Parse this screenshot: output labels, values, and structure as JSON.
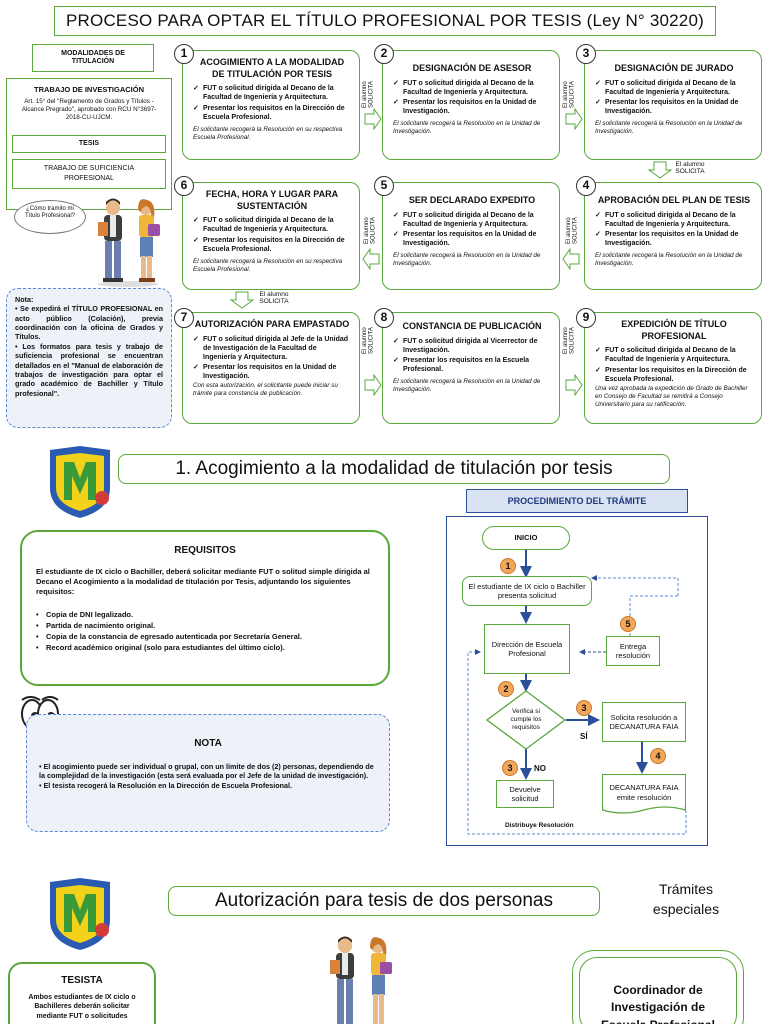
{
  "header": {
    "title": "PROCESO PARA OPTAR EL TÍTULO PROFESIONAL POR TESIS (Ley N° 30220)"
  },
  "sidebar": {
    "modalidades": "MODALIDADES DE TITULACIÓN",
    "trabajo_title": "TRABAJO DE INVESTIGACIÓN",
    "trabajo_text": "Art. 15° del \"Reglamento de Grados y Títulos - Alcance Pregrado\", aprobado con RCU N°3697-2018-CU-UJCM.",
    "tesis": "TESIS",
    "suficiencia": "TRABAJO DE SUFICIENCIA PROFESIONAL",
    "bubble": "¿Cómo tramito mi Título Profesional?",
    "nota_title": "Nota:",
    "nota_items": [
      "Se expedirá el TÍTULO PROFESIONAL en acto público (Colación), previa coordinación con la oficina de Grados y Títulos.",
      "Los formatos para tesis y trabajo de suficiencia profesional se encuentran detallados en el \"Manual de elaboración de trabajos de investigación para optar el grado académico de Bachiller y Título profesional\"."
    ]
  },
  "solicita": "El alumno SOLICITA",
  "solicita_lines": [
    "El alumno",
    "SOLICITA"
  ],
  "steps": [
    {
      "num": "1",
      "title": "ACOGIMIENTO A LA MODALIDAD DE TITULACIÓN POR TESIS",
      "items": [
        "FUT o solicitud dirigida al Decano de la Facultad de Ingeniería y Arquitectura.",
        "Presentar los requisitos en la Dirección de Escuela Profesional."
      ],
      "note": "El solicitante recogerá la Resolución en su respectiva Escuela Profesional."
    },
    {
      "num": "2",
      "title": "DESIGNACIÓN DE ASESOR",
      "items": [
        "FUT o solicitud dirigida al Decano de la Facultad de Ingeniería y Arquitectura.",
        "Presentar los requisitos en la Unidad de Investigación."
      ],
      "note": "El solicitante recogerá la Resolución en la Unidad de Investigación."
    },
    {
      "num": "3",
      "title": "DESIGNACIÓN DE JURADO",
      "items": [
        "FUT o solicitud dirigida al Decano de la Facultad de Ingeniería y Arquitectura.",
        "Presentar los requisitos en la Unidad de Investigación."
      ],
      "note": "El solicitante recogerá la Resolución en la Unidad de Investigación."
    },
    {
      "num": "4",
      "title": "APROBACIÓN DEL PLAN DE TESIS",
      "items": [
        "FUT o solicitud dirigida al Decano de la Facultad de Ingeniería y Arquitectura.",
        "Presentar los requisitos en la Unidad de Investigación."
      ],
      "note": "El solicitante recogerá la Resolución en la Unidad de Investigación."
    },
    {
      "num": "5",
      "title": "SER DECLARADO EXPEDITO",
      "items": [
        "FUT o solicitud dirigida al Decano de la Facultad de Ingeniería y Arquitectura.",
        "Presentar los requisitos en la Unidad de Investigación."
      ],
      "note": "El solicitante recogerá la Resolución en la Unidad de Investigación."
    },
    {
      "num": "6",
      "title": "FECHA, HORA Y LUGAR PARA SUSTENTACIÓN",
      "items": [
        "FUT o solicitud dirigida al Decano de la Facultad de Ingeniería y Arquitectura.",
        "Presentar los requisitos en la Dirección de Escuela Profesional."
      ],
      "note": "El solicitante recogerá la Resolución en su respectiva Escuela Profesional."
    },
    {
      "num": "7",
      "title": "AUTORIZACIÓN PARA EMPASTADO",
      "items": [
        "FUT o solicitud dirigida al Jefe de la Unidad de Investigación de la Facultad de Ingeniería y Arquitectura.",
        "Presentar los requisitos en la Unidad de Investigación."
      ],
      "note": "Con esta autorización, el solicitante puede iniciar su trámite para constancia de publicación."
    },
    {
      "num": "8",
      "title": "CONSTANCIA DE PUBLICACIÓN",
      "items": [
        "FUT o solicitud dirigida al Vicerrector de Investigación.",
        "Presentar los requisitos en la Escuela Profesional."
      ],
      "note": "El solicitante recogerá la Resolución en la Unidad de Investigación."
    },
    {
      "num": "9",
      "title": "EXPEDICIÓN DE TÍTULO PROFESIONAL",
      "items": [
        "FUT o solicitud dirigida al Decano de la Facultad de Ingeniería y Arquitectura.",
        "Presentar los requisitos en la Dirección de Escuela Profesional."
      ],
      "note": "Una vez aprobada la expedición de Grado de Bachiller en Consejo de Facultad se remitirá a Consejo Universitario para su ratificación."
    }
  ],
  "section1": {
    "title": "1. Acogimiento a la modalidad de titulación por tesis",
    "req_title": "REQUISITOS",
    "req_intro": "El estudiante de IX ciclo o Bachiller, deberá solicitar mediante FUT o solitud simple dirigida al Decano el Acogimiento a la modalidad de titulación por Tesis, adjuntando los siguientes requisitos:",
    "req_items": [
      "Copia de DNI legalizado.",
      "Partida de nacimiento original.",
      "Copia de la constancia de egresado autenticada por Secretaría General.",
      "Record académico original (solo para estudiantes del último ciclo)."
    ],
    "nota_title": "NOTA",
    "nota_items": [
      "El acogimiento puede ser individual o grupal, con un límite de dos (2) personas, dependiendo de la complejidad de la investigación (esta será evaluada por el Jefe de la unidad de investigación).",
      "El tesista recogerá la Resolución en la Dirección de Escuela Profesional."
    ]
  },
  "procedure": {
    "header": "PROCEDIMIENTO DEL TRÁMITE",
    "inicio": "INICIO",
    "estudiante": "El estudiante de IX ciclo o Bachiller presenta solicitud",
    "direccion": "Dirección de Escuela Profesional",
    "entrega": "Entrega resolución",
    "verifica": "Verifica si cumple los requisitos",
    "si": "SÍ",
    "no": "NO",
    "solicita_res": "Solicita resolución a DECANATURA FAIA",
    "devuelve": "Devuelve solicitud",
    "decanatura": "DECANATURA FAIA emite resolución",
    "distribuye": "Distribuye Resolución",
    "nums": [
      "1",
      "2",
      "3",
      "3",
      "4",
      "5"
    ]
  },
  "section2": {
    "title": "Autorización para tesis de dos personas",
    "tramites": "Trámites especiales",
    "tesista_title": "TESISTA",
    "tesista_text": "Ambos estudiantes de IX ciclo o Bachilleres deberán solicitar mediante FUT o solicitudes",
    "coordinador": "Coordinador de Investigación de Escuela Profesional"
  }
}
